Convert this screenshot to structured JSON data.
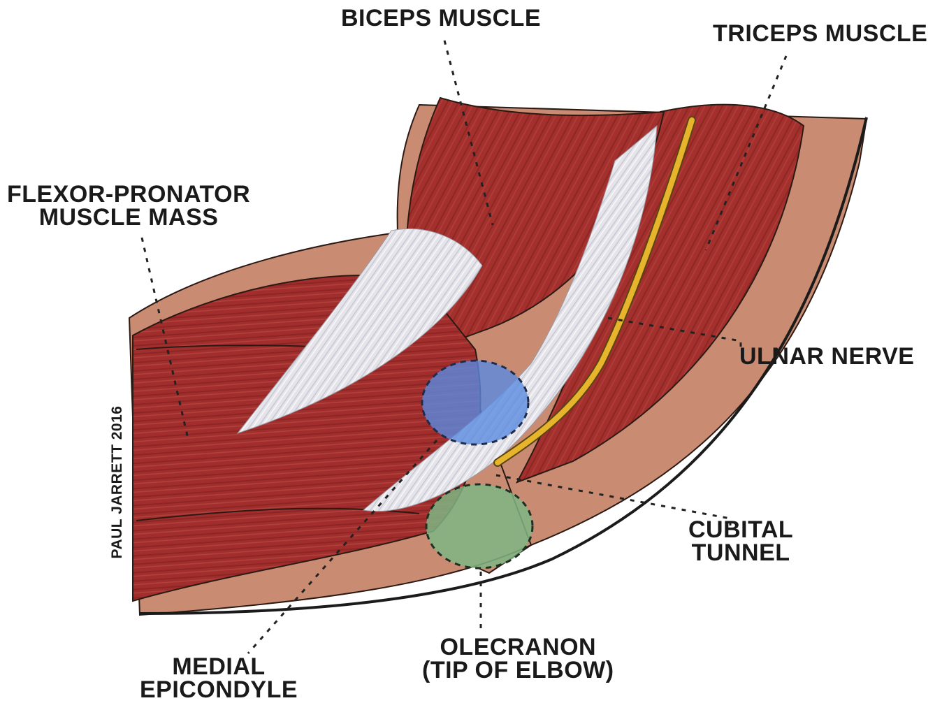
{
  "labels": {
    "biceps": "BICEPS MUSCLE",
    "triceps": "TRICEPS MUSCLE",
    "flexor_line1": "FLEXOR-PRONATOR",
    "flexor_line2": "MUSCLE MASS",
    "ulnar": "ULNAR NERVE",
    "cubital_line1": "CUBITAL",
    "cubital_line2": "TUNNEL",
    "olecranon_line1": "OLECRANON",
    "olecranon_line2": "(TIP OF ELBOW)",
    "medial_line1": "MEDIAL",
    "medial_line2": "EPICONDYLE"
  },
  "credit": "PAUL JARRETT 2016",
  "colors": {
    "skin": "#c98c72",
    "muscle": "#a8302e",
    "muscle_dark": "#7d1f1f",
    "tendon": "#e6e6ea",
    "nerve": "#e7b52c",
    "medial_epicondyle_fill": "#5a8ae0",
    "olecranon_fill": "#7fb584",
    "leader_line": "#222222"
  }
}
